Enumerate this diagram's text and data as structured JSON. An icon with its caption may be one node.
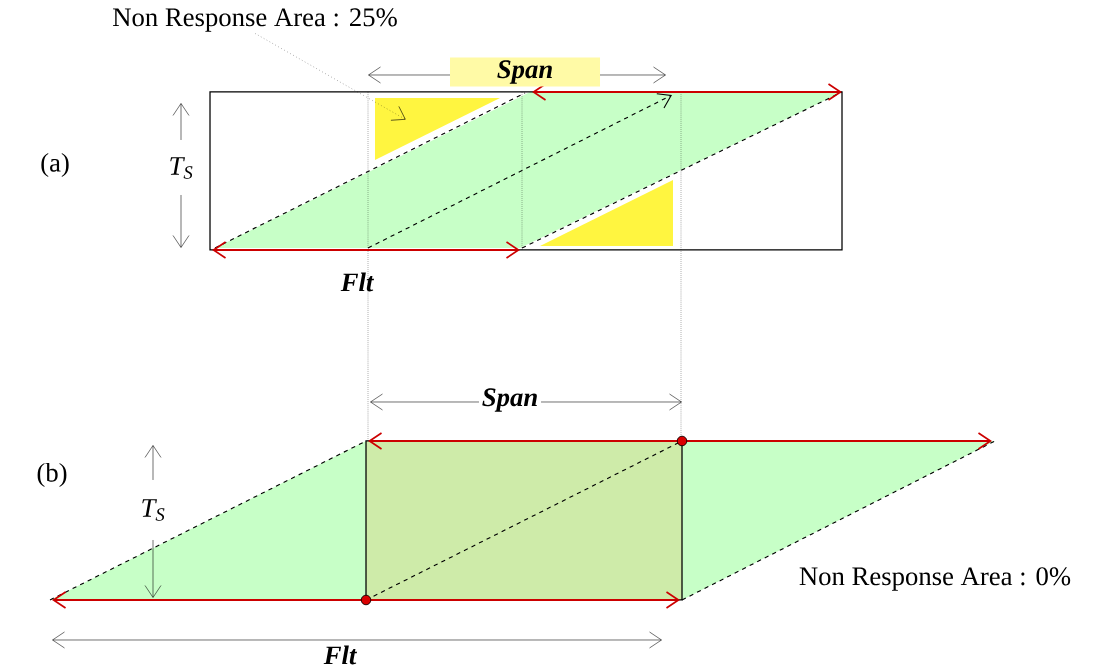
{
  "diagram": {
    "nodes": [
      {
        "text": [
          "Non Response Area : 25%"
        ]
      },
      {
        "text": [],
        "shape": "triangle"
      }
    ],
    "edges": [
      {
        "from": 0,
        "to": 1,
        "arrow": "to"
      }
    ],
    "labels": [
      "Span",
      "(a)",
      "T$_{S}$",
      "Flt",
      "Span",
      "(b)",
      "T$_{S}$",
      "Non Response Area : 0%",
      "Flt"
    ]
  }
}
